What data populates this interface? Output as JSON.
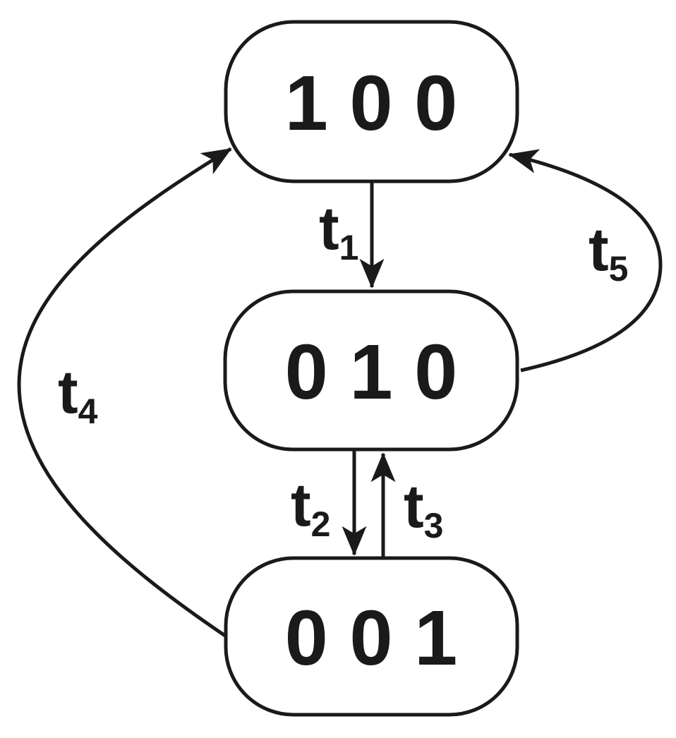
{
  "figure": {
    "type": "state-transition-diagram",
    "background_color": "#ffffff",
    "ink_color": "#1a1a1a"
  },
  "states": [
    {
      "id": "s1",
      "label": "1 0 0"
    },
    {
      "id": "s2",
      "label": "0 1 0"
    },
    {
      "id": "s3",
      "label": "0 0 1"
    }
  ],
  "transitions": [
    {
      "id": "t1",
      "base": "t",
      "sub": "1",
      "from": "1 0 0",
      "to": "0 1 0"
    },
    {
      "id": "t2",
      "base": "t",
      "sub": "2",
      "from": "0 1 0",
      "to": "0 0 1"
    },
    {
      "id": "t3",
      "base": "t",
      "sub": "3",
      "from": "0 0 1",
      "to": "0 1 0"
    },
    {
      "id": "t4",
      "base": "t",
      "sub": "4",
      "from": "0 0 1",
      "to": "1 0 0"
    },
    {
      "id": "t5",
      "base": "t",
      "sub": "5",
      "from": "0 1 0",
      "to": "1 0 0"
    }
  ]
}
